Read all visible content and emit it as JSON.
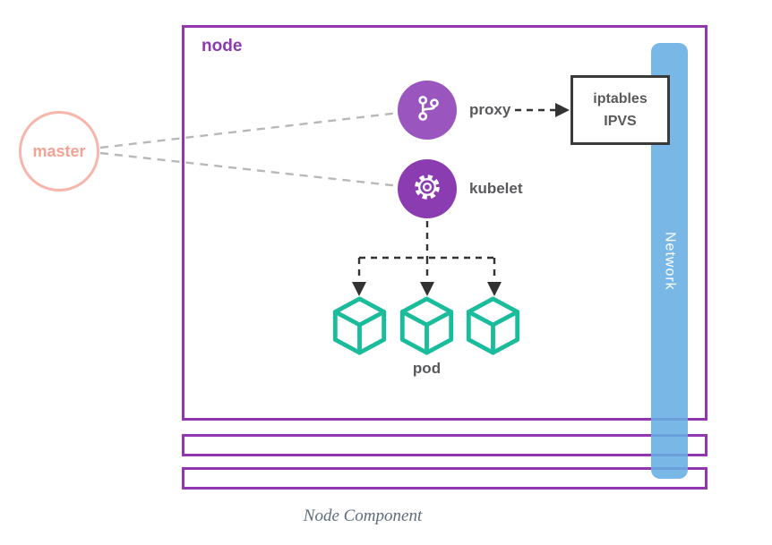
{
  "caption": "Node Component",
  "master": {
    "label": "master"
  },
  "node": {
    "label": "node"
  },
  "proxy": {
    "label": "proxy",
    "icon": "git-branch-icon"
  },
  "kubelet": {
    "label": "kubelet",
    "icon": "gear-icon"
  },
  "iptables": {
    "line1": "iptables",
    "line2": "IPVS"
  },
  "pods": {
    "label": "pod",
    "count": 3,
    "icon": "cube-icon"
  },
  "network": {
    "label": "Network"
  },
  "colors": {
    "node_border_purple": "#9138b0",
    "node_label_purple": "#8a3bad",
    "proxy_fill": "#9a56be",
    "kubelet_fill": "#8c3cb1",
    "pod_stroke": "#1abc9c",
    "network_blue": "#67aee3",
    "master_pink_border": "#f6b6ab",
    "master_pink_text": "#f3a396",
    "label_gray": "#58595b",
    "connector_light_gray": "#b8b8b8",
    "connector_dark": "#333333",
    "caption_gray_blue": "#5d6c7c"
  }
}
